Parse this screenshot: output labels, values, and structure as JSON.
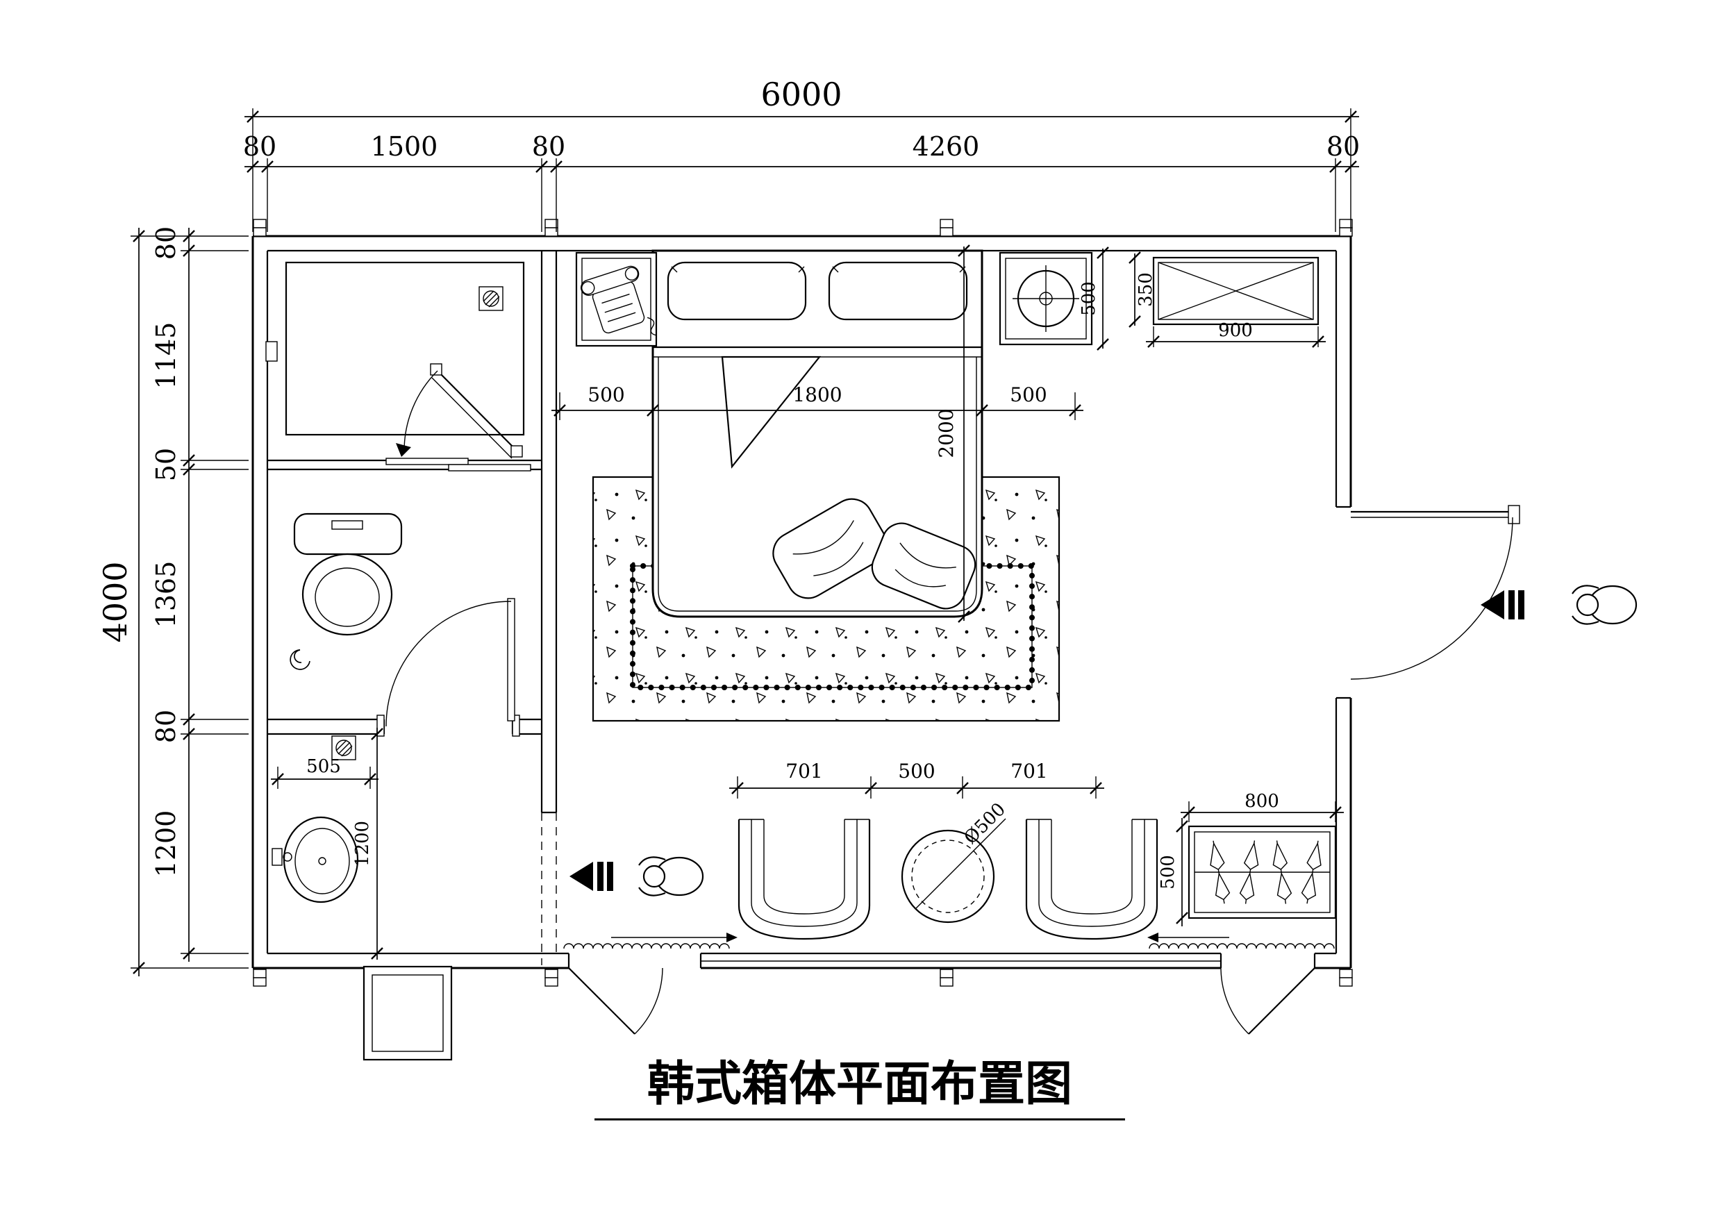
{
  "title": "韩式箱体平面布置图",
  "dims": {
    "overall_width": "6000",
    "overall_height": "4000",
    "top_chain": [
      "80",
      "1500",
      "80",
      "4260",
      "80"
    ],
    "left_chain": [
      "80",
      "1145",
      "50",
      "1365",
      "80",
      "1200"
    ],
    "bed_left_gap": "500",
    "bed_width": "1800",
    "bed_right_gap": "500",
    "bed_length": "2000",
    "nightstand_width": "500",
    "nightstand_gap": "350",
    "tv_cabinet_width": "900",
    "chair_left_width": "701",
    "table_width": "500",
    "chair_right_width": "701",
    "table_diameter": "Ø500",
    "shoe_cabinet_width": "800",
    "shoe_cabinet_depth": "500",
    "basin_width": "505",
    "basin_depth": "1200"
  },
  "colors": {
    "line": "#000000",
    "background": "#ffffff"
  }
}
